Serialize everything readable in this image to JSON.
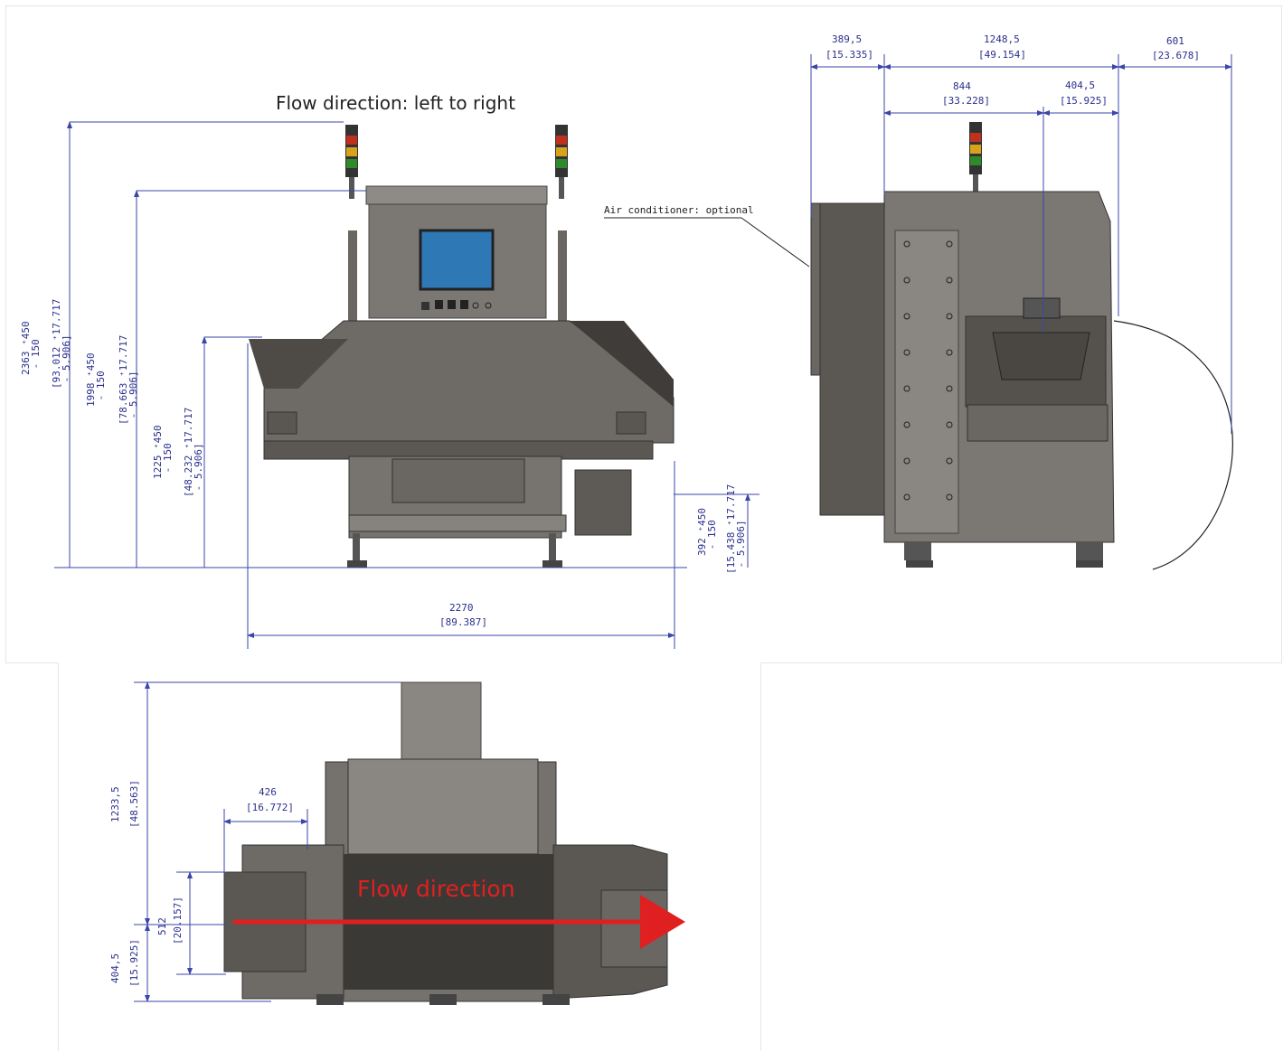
{
  "colors": {
    "dimension": "#2a2f8c",
    "machine_dark": "#5a5753",
    "machine_mid": "#7c7873",
    "screen": "#2e78b6",
    "flow_arrow": "#e02020"
  },
  "front_view": {
    "title": "Flow direction: left to right",
    "dims": {
      "h_total": "2363 ⁺450\n - 150",
      "h_total_in": "[93.012 ⁺17.717\n - 5.906]",
      "h_1998": "1998 ⁺450\n - 150",
      "h_1998_in": "[78.663 ⁺17.717\n - 5.906]",
      "h_1225": "1225 ⁺450\n - 150",
      "h_1225_in": "[48.232 ⁺17.717\n - 5.906]",
      "h_392": "392 ⁺450\n - 150",
      "h_392_in": "[15.438 ⁺17.717\n - 5.906]",
      "width": "2270",
      "width_in": "[89.387]"
    }
  },
  "side_view": {
    "note": "Air conditioner: optional",
    "dims": {
      "d1": "389,5",
      "d1_in": "[15.335]",
      "d2": "1248,5",
      "d2_in": "[49.154]",
      "d3": "601",
      "d3_in": "[23.678]",
      "d4": "844",
      "d4_in": "[33.228]",
      "d5": "404,5",
      "d5_in": "[15.925]"
    }
  },
  "top_view": {
    "flow_label": "Flow direction",
    "dims": {
      "w426": "426",
      "w426_in": "[16.772]",
      "h1233": "1233,5",
      "h1233_in": "[48.563]",
      "h512": "512",
      "h512_in": "[20.157]",
      "h404": "404,5",
      "h404_in": "[15.925]"
    }
  }
}
